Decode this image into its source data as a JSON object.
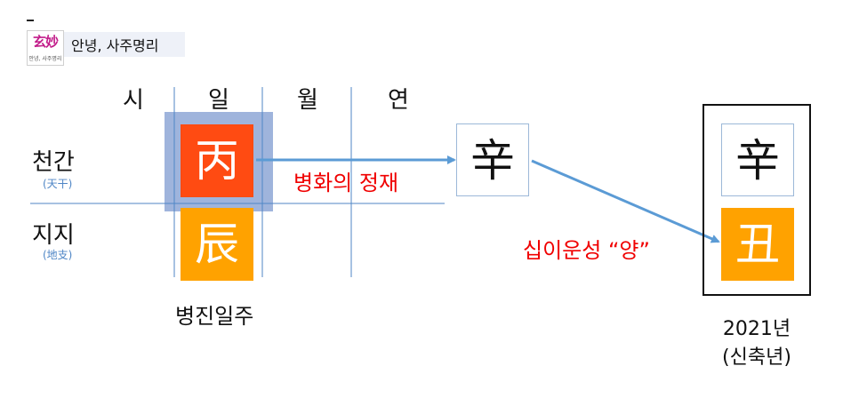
{
  "header": {
    "logo_main": "玄妙",
    "logo_sub": "안녕, 사주명리",
    "title": "안녕, 사주명리"
  },
  "columns": [
    "시",
    "일",
    "월",
    "연"
  ],
  "rows": [
    {
      "label": "천간",
      "sub": "(天干)"
    },
    {
      "label": "지지",
      "sub": "(地支)"
    }
  ],
  "day_pillar": {
    "stem": "丙",
    "branch": "辰",
    "caption": "병진일주"
  },
  "transit_stem": "辛",
  "arrow_label_1": "병화의 정재",
  "arrow_label_2": "십이운성 “양”",
  "year_box": {
    "stem": "辛",
    "branch": "丑",
    "year": "2021년",
    "year_name": "(신축년)"
  },
  "colors": {
    "stem_red": "#ff4b12",
    "branch_orange": "#ffa200",
    "highlight_blue": "#9fb4dc",
    "grid_blue": "#4f86c6",
    "arrow_blue": "#5b9bd5",
    "label_red": "#f00000"
  }
}
